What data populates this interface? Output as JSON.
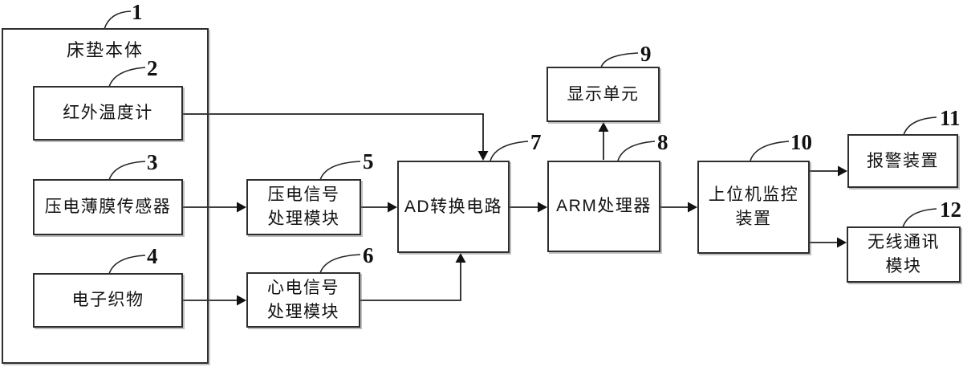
{
  "figure": {
    "type": "patent-block-diagram",
    "background": "#ffffff",
    "line_color": "#222222"
  },
  "blocks": {
    "mattress": {
      "ref": "1",
      "label": "床垫本体"
    },
    "infrared": {
      "ref": "2",
      "label": "红外温度计"
    },
    "piezo_film_sensor": {
      "ref": "3",
      "label": "压电薄膜传感器"
    },
    "electronic_fabric": {
      "ref": "4",
      "label": "电子织物"
    },
    "piezo_signal_module": {
      "ref": "5",
      "label": "压电信号\n处理模块"
    },
    "ecg_signal_module": {
      "ref": "6",
      "label": "心电信号\n处理模块"
    },
    "ad_converter": {
      "ref": "7",
      "label": "AD转换电路"
    },
    "arm_processor": {
      "ref": "8",
      "label": "ARM处理器"
    },
    "display_unit": {
      "ref": "9",
      "label": "显示单元"
    },
    "host_monitor": {
      "ref": "10",
      "label": "上位机监控\n装置"
    },
    "alarm_device": {
      "ref": "11",
      "label": "报警装置"
    },
    "wireless_module": {
      "ref": "12",
      "label": "无线通讯\n模块"
    }
  }
}
